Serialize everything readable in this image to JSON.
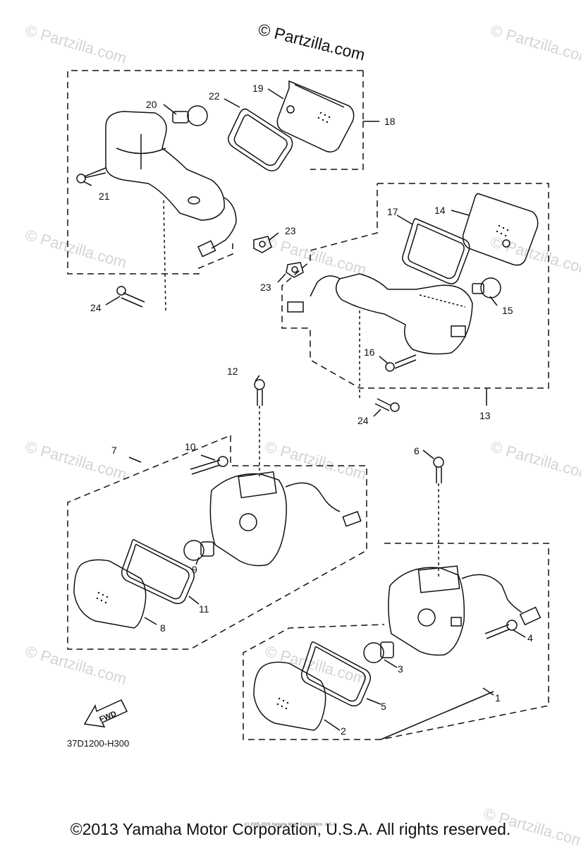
{
  "brand": "© Partzilla.com",
  "watermark": "© Partzilla.com",
  "diagram_code": "37D1200-H300",
  "fwd_label": "FWD",
  "copyright": "©2013 Yamaha Motor Corporation, U.S.A. All rights reserved.",
  "fine_print": "(c) 2005-2016 Yamaha Motor Corporation, U.S.A.",
  "callouts": {
    "c1": "1",
    "c2": "2",
    "c3": "3",
    "c4": "4",
    "c5": "5",
    "c6": "6",
    "c7": "7",
    "c8": "8",
    "c9": "9",
    "c10": "10",
    "c11": "11",
    "c12": "12",
    "c13": "13",
    "c14": "14",
    "c15": "15",
    "c16": "16",
    "c17": "17",
    "c18": "18",
    "c19": "19",
    "c20": "20",
    "c21": "21",
    "c22": "22",
    "c23a": "23",
    "c23b": "23",
    "c24a": "24",
    "c24b": "24"
  }
}
